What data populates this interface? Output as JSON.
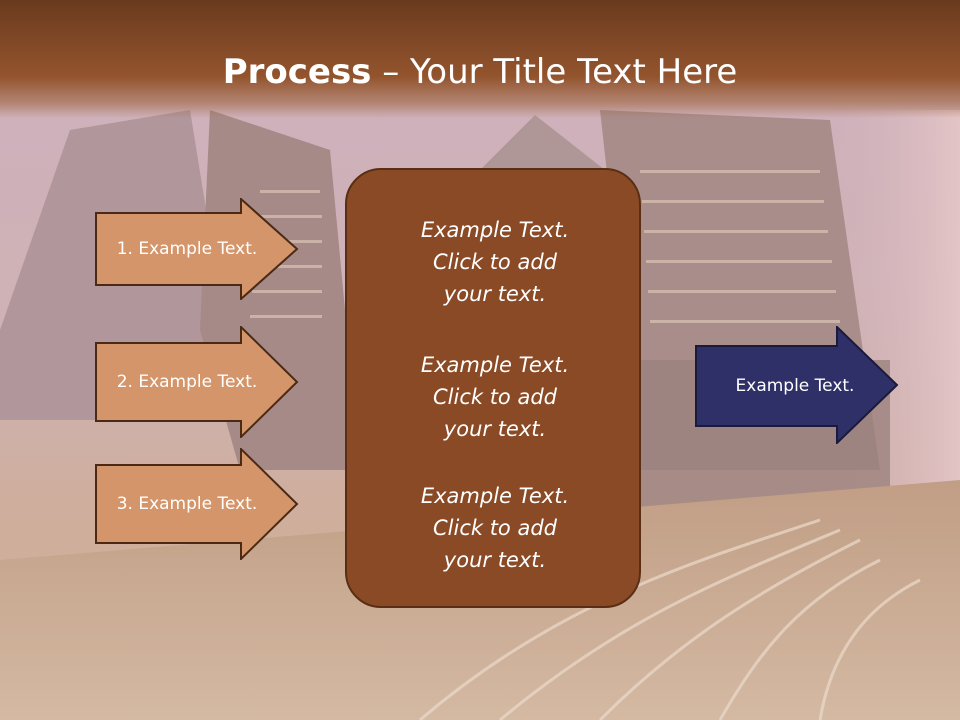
{
  "slide": {
    "title_bold": "Process",
    "title_rest": " – Your Title Text Here"
  },
  "inputs": [
    {
      "label": "1. Example Text."
    },
    {
      "label": "2. Example Text."
    },
    {
      "label": "3. Example Text."
    }
  ],
  "center_blocks": [
    {
      "lines": [
        "Example Text.",
        "Click  to add",
        "your text."
      ]
    },
    {
      "lines": [
        "Example Text.",
        "Click  to add",
        "your text."
      ]
    },
    {
      "lines": [
        "Example Text.",
        "Click  to add",
        "your text."
      ]
    }
  ],
  "output": {
    "label": "Example Text."
  },
  "colors": {
    "header": "#93542d",
    "input_arrow_fill": "#d4956a",
    "input_arrow_stroke": "#4a2a14",
    "center_fill": "#8a4a25",
    "output_arrow_fill": "#2f3068",
    "text": "#ffffff"
  }
}
